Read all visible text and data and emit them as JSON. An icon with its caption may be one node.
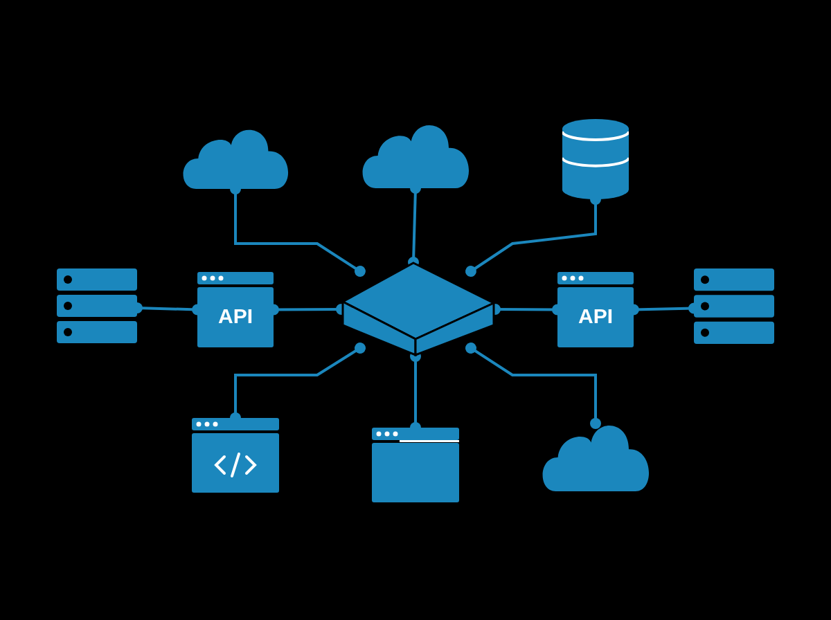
{
  "diagram": {
    "nodes": [
      {
        "text": [],
        "shape": "cloud"
      },
      {
        "text": [],
        "shape": "cloud"
      },
      {
        "text": [],
        "shape": "cylinder"
      },
      {
        "text": [],
        "shape": "server"
      },
      {
        "text": [
          "API"
        ]
      },
      {
        "text": [],
        "shape": "box"
      },
      {
        "text": [
          "API"
        ]
      },
      {
        "text": [],
        "shape": "server"
      },
      {
        "text": [],
        "shape": "window"
      },
      {
        "text": [],
        "shape": "window"
      },
      {
        "text": [],
        "shape": "cloud"
      }
    ],
    "edges": [
      {
        "from": 5,
        "to": 0,
        "arrow": "other"
      },
      {
        "from": 5,
        "to": 1,
        "arrow": "other"
      },
      {
        "from": 5,
        "to": 2,
        "arrow": "other"
      },
      {
        "from": 4,
        "to": 3,
        "arrow": "other"
      },
      {
        "from": 5,
        "to": 4,
        "arrow": "other"
      },
      {
        "from": 5,
        "to": 6,
        "arrow": "other"
      },
      {
        "from": 6,
        "to": 7,
        "arrow": "other"
      },
      {
        "from": 5,
        "to": 8,
        "arrow": "other"
      },
      {
        "from": 5,
        "to": 9,
        "arrow": "other"
      },
      {
        "from": 5,
        "to": 10,
        "arrow": "other"
      }
    ]
  }
}
